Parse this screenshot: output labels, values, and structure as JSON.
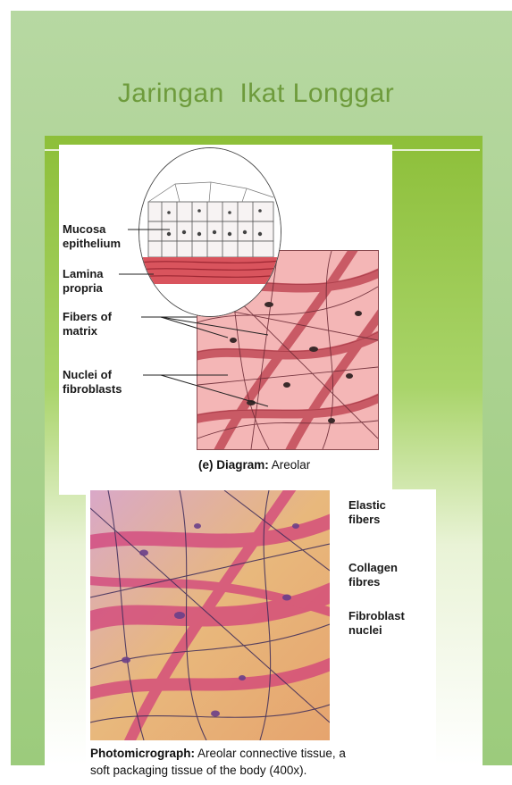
{
  "slide": {
    "title": "Jaringan  Ikat Longgar"
  },
  "diagram": {
    "labels": {
      "mucosa_epithelium": "Mucosa\nepithelium",
      "lamina_propria": "Lamina\npropria",
      "fibers_of_matrix": "Fibers of\nmatrix",
      "nuclei_of_fibroblasts": "Nuclei of\nfibroblasts"
    },
    "caption": {
      "prefix": "(e) Diagram:",
      "text": " Areolar"
    }
  },
  "photomicrograph": {
    "labels": {
      "elastic_fibers": "Elastic\nfibers",
      "collagen_fibres": "Collagen\nfibres",
      "fibroblast_nuclei": "Fibroblast\nnuclei"
    },
    "caption": {
      "prefix": "Photomicrograph:",
      "line1": " Areolar connective tissue, a",
      "line2": "soft packaging tissue of the body (400x)."
    }
  },
  "colors": {
    "title": "#6e9b3c",
    "slide_background": "#a8d08d",
    "collagen": "#c24a58",
    "tissue_ground": "#f4b6b6",
    "photo_ground": "#e8b87c",
    "photo_fiber": "#d2417a"
  }
}
